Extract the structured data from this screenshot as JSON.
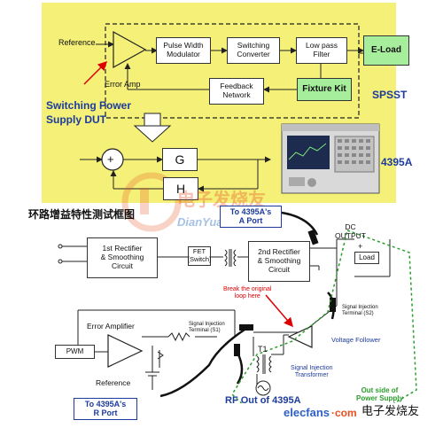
{
  "top_panel": {
    "reference": "Reference",
    "error_amp": "Error Amp",
    "pwm": "Pulse Width\nModulator",
    "switching_converter": "Switching\nConverter",
    "low_pass_filter": "Low pass\nFilter",
    "e_load": "E-Load",
    "feedback_network": "Feedback\nNetwork",
    "fixture_kit": "Fixture Kit",
    "spsst": "SPSST",
    "dut_label": "Switching Power\nSupply DUT",
    "analyzer": "4395A",
    "plus": "+",
    "g": "G",
    "h": "H"
  },
  "watermark": {
    "main": "电子发烧友",
    "url": "DianYuan.com"
  },
  "bottom_panel": {
    "title": "环路增益特性测试框图",
    "a_port": "To 4395A's\nA Port",
    "r_port": "To 4395A's\nR Port",
    "dc_output": "DC\nOUTPUT",
    "rect1": "1st Rectifier\n& Smoothing\nCircuit",
    "fet": "FET\n(Switch)",
    "rect2": "2nd Rectifier\n& Smoothing\nCircuit",
    "load": "Load",
    "plus": "+",
    "break_loop": "Break the original\nloop here",
    "s1": "Signal Injection\nTerminal (S1)",
    "s2": "Signal Injection\nTerminal (S2)",
    "error_amplifier": "Error Amplifier",
    "pwm": "PWM",
    "reference": "Reference",
    "voltage_follower": "Voltage Follower",
    "t1": "T1",
    "inj_transformer": "Signal Injection\nTransformer",
    "rf_out": "RF Out of 4395A",
    "outside": "Out side of\nPower Supply",
    "footer_site": "elecfans",
    "footer_dotcom": "·com",
    "footer_cn": "电子发烧友"
  }
}
